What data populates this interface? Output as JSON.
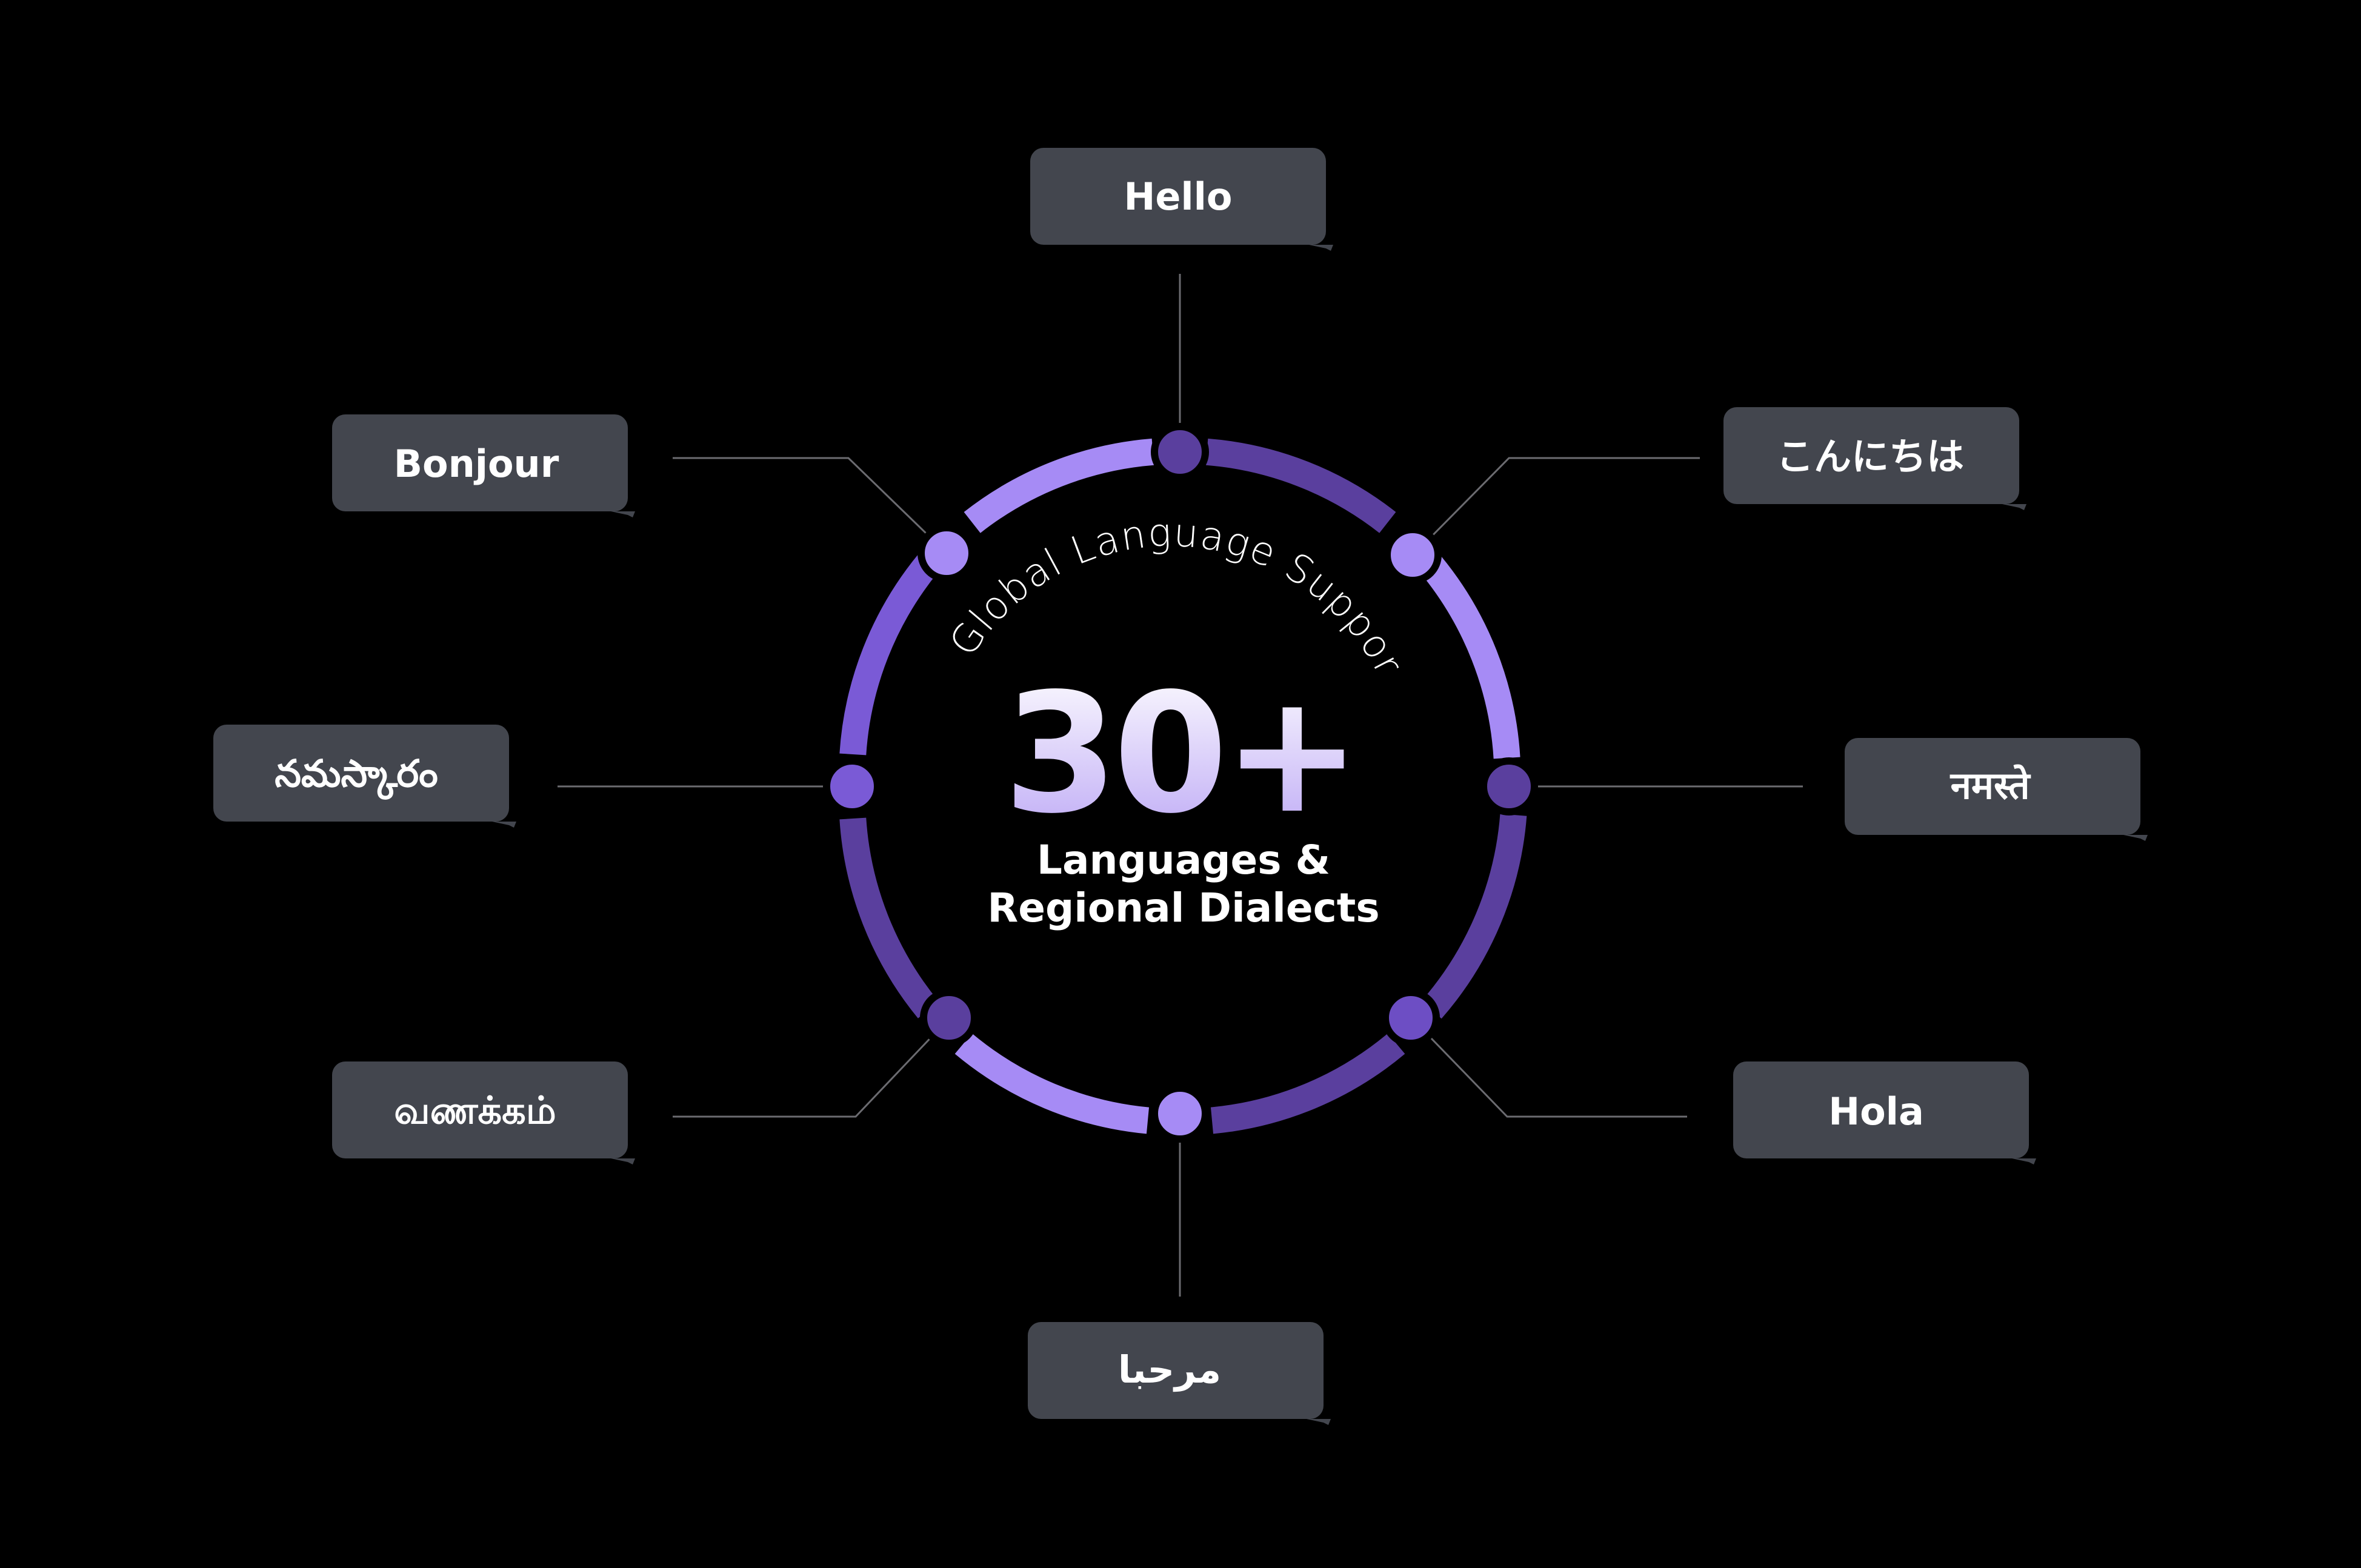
{
  "diagram": {
    "curved_title": "Global Language Support",
    "count": "30+",
    "subtitle_line1": "Languages &",
    "subtitle_line2": "Regional Dialects"
  },
  "greetings": [
    {
      "id": "hello",
      "text": "Hello"
    },
    {
      "id": "japanese",
      "text": "こんにちは"
    },
    {
      "id": "hindi",
      "text": "नमस्ते"
    },
    {
      "id": "hola",
      "text": "Hola"
    },
    {
      "id": "arabic",
      "text": "مرحبا"
    },
    {
      "id": "tamil",
      "text": "வணக்கம்"
    },
    {
      "id": "telugu",
      "text": "నమస్కారం"
    },
    {
      "id": "bonjour",
      "text": "Bonjour"
    }
  ],
  "colors": {
    "background": "#000000",
    "ring_light": "#A68BF5",
    "ring_dark": "#5A3F9E",
    "ring_mid": "#7A5AD6",
    "bubble_fill": "#43464E",
    "connector": "#6B6B70",
    "text_white": "#FFFFFF",
    "gradient_end": "#BBA6F5"
  }
}
